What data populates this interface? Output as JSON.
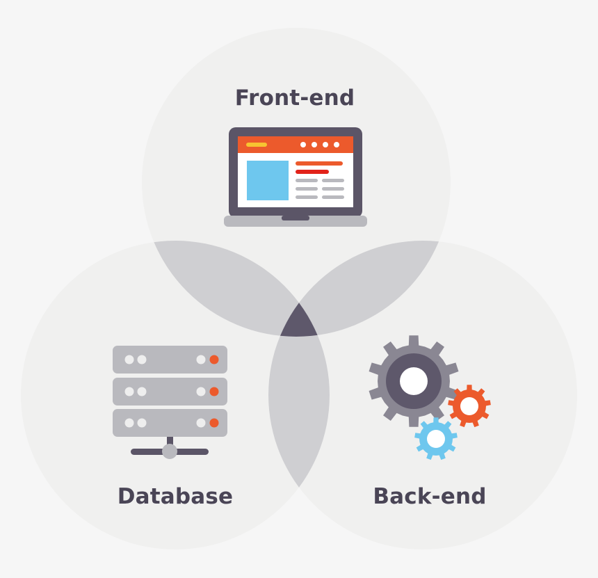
{
  "labels": {
    "front_end": "Front-end",
    "database": "Database",
    "back_end": "Back-end"
  },
  "icons": {
    "front_end": "laptop-icon",
    "database": "server-rack-icon",
    "back_end": "gears-icon"
  },
  "colors": {
    "background": "#f6f6f6",
    "circle_fill": "#f0f0ef",
    "pair_overlap": "#cfcfd2",
    "triple_overlap": "#5e586b",
    "label_text": "#4a4556",
    "laptop_body": "#5b5567",
    "laptop_base": "#b9b9be",
    "browser_bar": "#ec5a2c",
    "accent_yellow": "#f7c431",
    "accent_red": "#e2231a",
    "accent_blue": "#6ec7ee",
    "server_unit": "#b9b9be",
    "server_led_white": "#eeeeee",
    "server_led_red": "#ec5a2c",
    "gear_large": "#8a8793",
    "gear_large_ring": "#5e586b",
    "gear_orange": "#ec5a2c",
    "gear_blue": "#6ec7ee"
  }
}
